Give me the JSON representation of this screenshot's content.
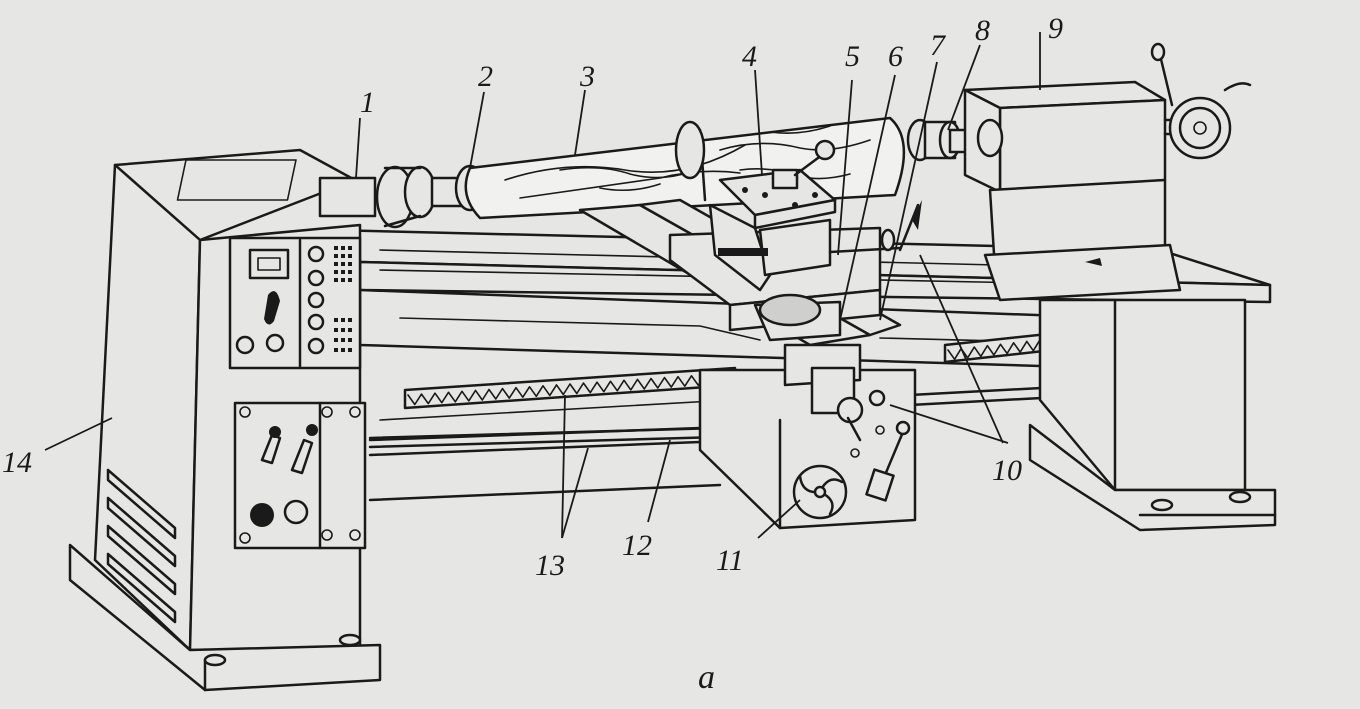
{
  "figure": {
    "caption": "a",
    "labels": [
      "1",
      "2",
      "3",
      "4",
      "5",
      "6",
      "7",
      "8",
      "9",
      "10",
      "11",
      "12",
      "13",
      "14"
    ]
  },
  "colors": {
    "ink": "#1a1a1a",
    "paper": "#e6e6e4"
  }
}
